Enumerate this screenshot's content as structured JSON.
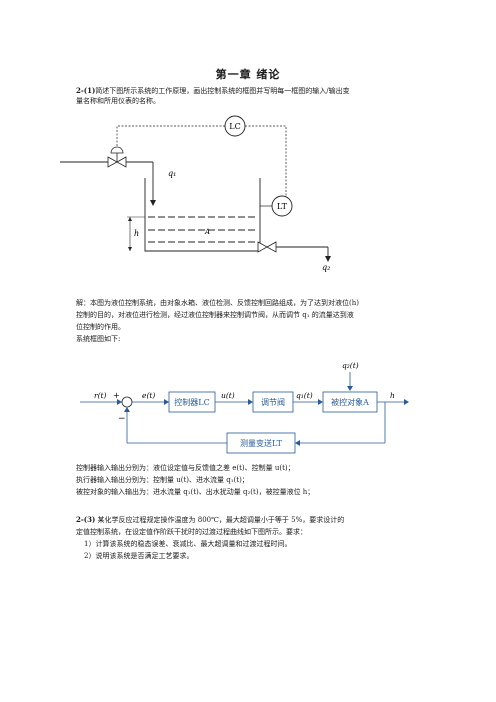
{
  "header": {
    "title": "第一章  绪论"
  },
  "q1": {
    "label": "2-(1)",
    "text_line1": "简述下图所示系统的工作原理，画出控制系统的框图并写明每一框图的输入/输出变",
    "text_line2": "量名称和所用仪表的名称。"
  },
  "process_diagram": {
    "lc_label": "LC",
    "lt_label": "LT",
    "q1_label": "q₁",
    "q2_label": "q₂",
    "h_label": "h",
    "a_label": "A"
  },
  "answer": {
    "line1": "解：本图为液位控制系统，由对象水箱、液位检测、反馈控制回路组成，为了达到对液位(h)",
    "line2": "控制的目的，对液位进行检测，经过液位控制器来控制调节阀，从而调节 q₁ 的流量达到液",
    "line3": "位控制的作用。",
    "line4": "系统框图如下:"
  },
  "block_diagram": {
    "r_label": "r(t)",
    "e_label": "e(t)",
    "u_label": "u(t)",
    "q1_label": "q₁(t)",
    "q2_label": "q₂(t)",
    "h_label": "h",
    "plus_sign": "+",
    "minus_sign": "−",
    "controller": "控制器LC",
    "valve": "调节阀",
    "plant": "被控对象A",
    "sensor": "测量变送LT"
  },
  "io_description": {
    "line1": "控制器输入输出分别为：液位设定值与反馈值之差 e(t)、控制量 u(t)；",
    "line2": "执行器输入输出分别为：控制量 u(t)、进水流量 q₁(t)；",
    "line3": "被控对象的输入输出为：进水流量 q₁(t)、出水扰动量 q₂(t)，被控量液位 h；"
  },
  "q3": {
    "label": "2-(3)",
    "line1": "某化学反应过程规定操作温度为 800℃，最大超调量小于等于 5%，要求设计的",
    "line2": "定值控制系统，在设定值作阶跃干扰时的过渡过程曲线如下图所示。要求：",
    "item1": "1）计算该系统的稳态误差、衰减比、最大超调量和过渡过程时间。",
    "item2": "2）说明该系统是否满足工艺要求。"
  }
}
